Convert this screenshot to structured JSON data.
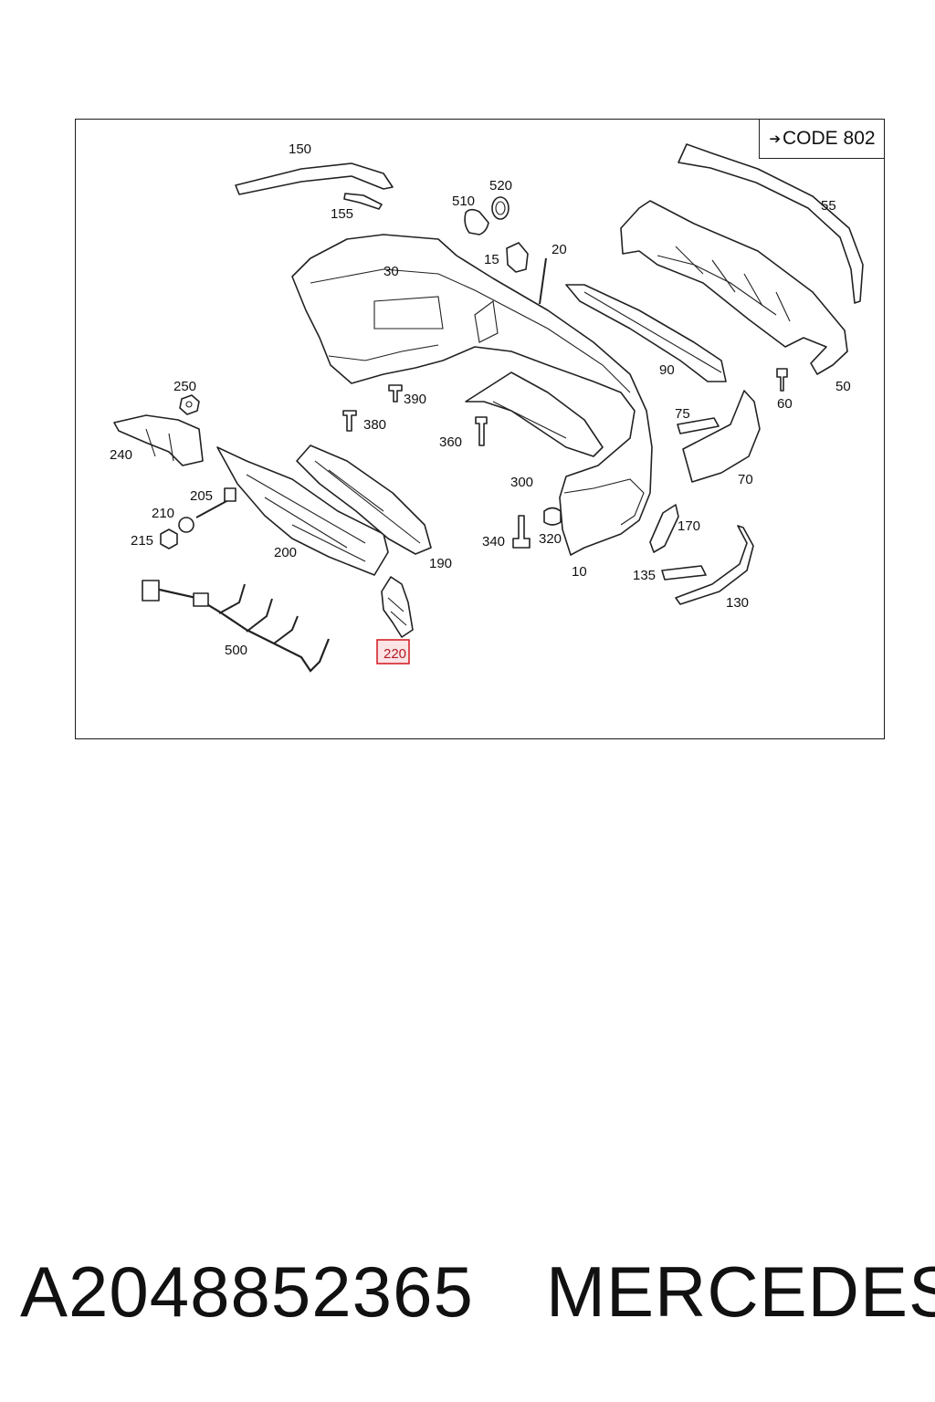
{
  "diagram": {
    "code_label": "CODE 802",
    "labels": {
      "p150": "150",
      "p155": "155",
      "p510": "510",
      "p520": "520",
      "p15": "15",
      "p20": "20",
      "p30": "30",
      "p55": "55",
      "p90": "90",
      "p50": "50",
      "p60": "60",
      "p250": "250",
      "p240": "240",
      "p390": "390",
      "p380": "380",
      "p360": "360",
      "p75": "75",
      "p70": "70",
      "p300": "300",
      "p205": "205",
      "p210": "210",
      "p215": "215",
      "p200": "200",
      "p190": "190",
      "p340": "340",
      "p320": "320",
      "p170": "170",
      "p10": "10",
      "p135": "135",
      "p130": "130",
      "p500": "500",
      "p220": "220"
    },
    "highlighted_part": "220",
    "highlight_color": "#d2232a"
  },
  "footer": {
    "part_number": "A2048852365",
    "brand": "MERCEDES"
  }
}
